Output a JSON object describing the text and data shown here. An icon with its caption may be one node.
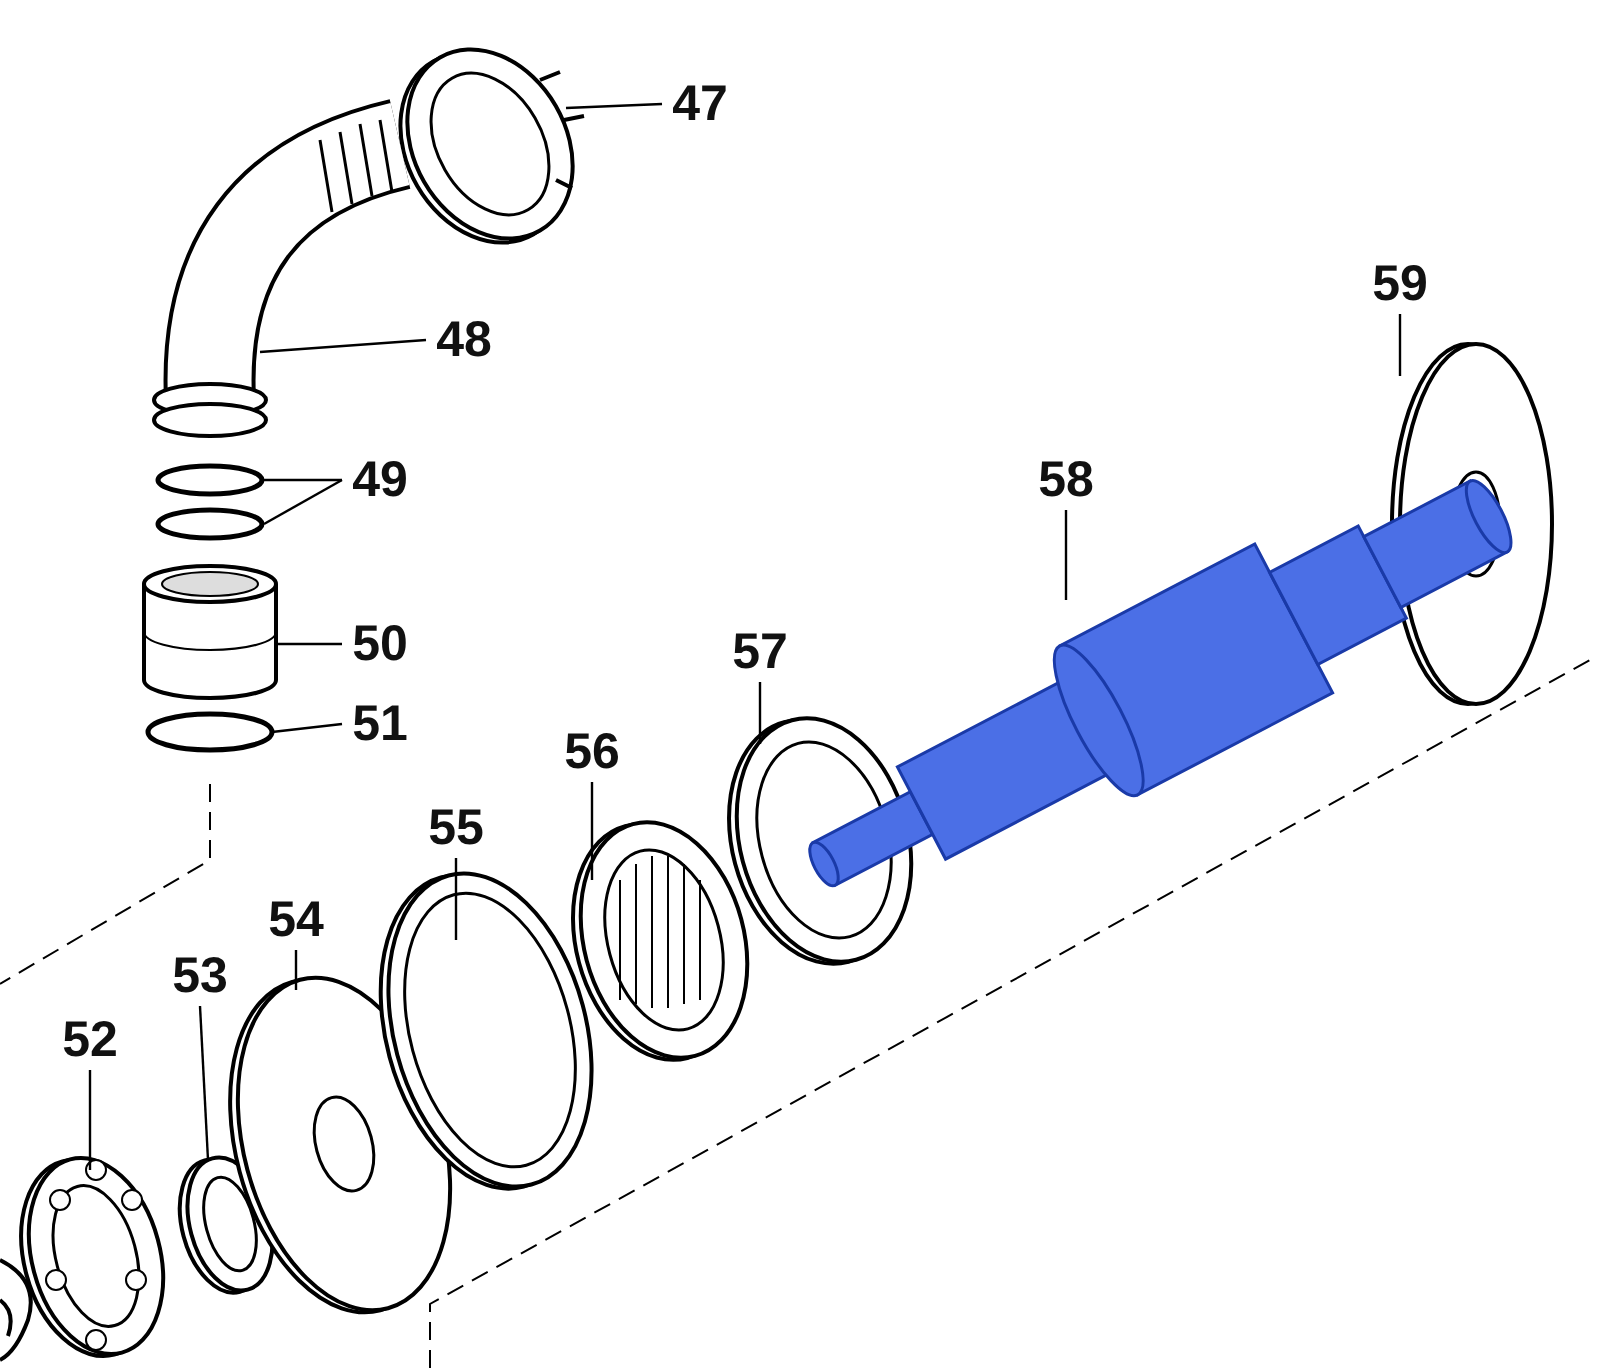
{
  "diagram": {
    "nodes": [
      {
        "text": [
          "47"
        ]
      },
      {
        "text": [],
        "shape": "picture"
      },
      {
        "text": [
          "48"
        ]
      },
      {
        "text": [],
        "shape": "picture"
      },
      {
        "text": [
          "49"
        ]
      },
      {
        "text": [],
        "shape": "circle"
      },
      {
        "text": [],
        "shape": "circle"
      },
      {
        "text": [
          "50"
        ]
      },
      {
        "text": [],
        "shape": "picture"
      },
      {
        "text": [
          "51"
        ]
      },
      {
        "text": [],
        "shape": "circle"
      },
      {
        "text": [
          "59"
        ]
      },
      {
        "text": [],
        "shape": "picture"
      },
      {
        "text": [
          "58"
        ]
      },
      {
        "text": [],
        "shape": "picture"
      },
      {
        "text": [
          "57"
        ]
      },
      {
        "text": [],
        "shape": "picture"
      },
      {
        "text": [
          "56"
        ]
      },
      {
        "text": [],
        "shape": "picture"
      },
      {
        "text": [
          "55"
        ]
      },
      {
        "text": [],
        "shape": "picture"
      },
      {
        "text": [
          "54"
        ]
      },
      {
        "text": [],
        "shape": "picture"
      },
      {
        "text": [
          "53"
        ]
      },
      {
        "text": [],
        "shape": "picture"
      },
      {
        "text": [
          "52"
        ]
      },
      {
        "text": [],
        "shape": "picture"
      }
    ],
    "edges": [
      {
        "from": 0,
        "to": 1,
        "arrow": "none"
      },
      {
        "from": 2,
        "to": 3,
        "arrow": "none"
      },
      {
        "from": 4,
        "to": 5,
        "arrow": "none"
      },
      {
        "from": 4,
        "to": 6,
        "arrow": "none"
      },
      {
        "from": 7,
        "to": 8,
        "arrow": "none"
      },
      {
        "from": 9,
        "to": 10,
        "arrow": "none"
      },
      {
        "from": 11,
        "to": 12,
        "arrow": "none"
      },
      {
        "from": 13,
        "to": 14,
        "arrow": "none"
      },
      {
        "from": 15,
        "to": 16,
        "arrow": "none"
      },
      {
        "from": 17,
        "to": 18,
        "arrow": "none"
      },
      {
        "from": 19,
        "to": 20,
        "arrow": "none"
      },
      {
        "from": 21,
        "to": 22,
        "arrow": "none"
      },
      {
        "from": 23,
        "to": 24,
        "arrow": "none"
      },
      {
        "from": 25,
        "to": 26,
        "arrow": "none"
      }
    ]
  }
}
